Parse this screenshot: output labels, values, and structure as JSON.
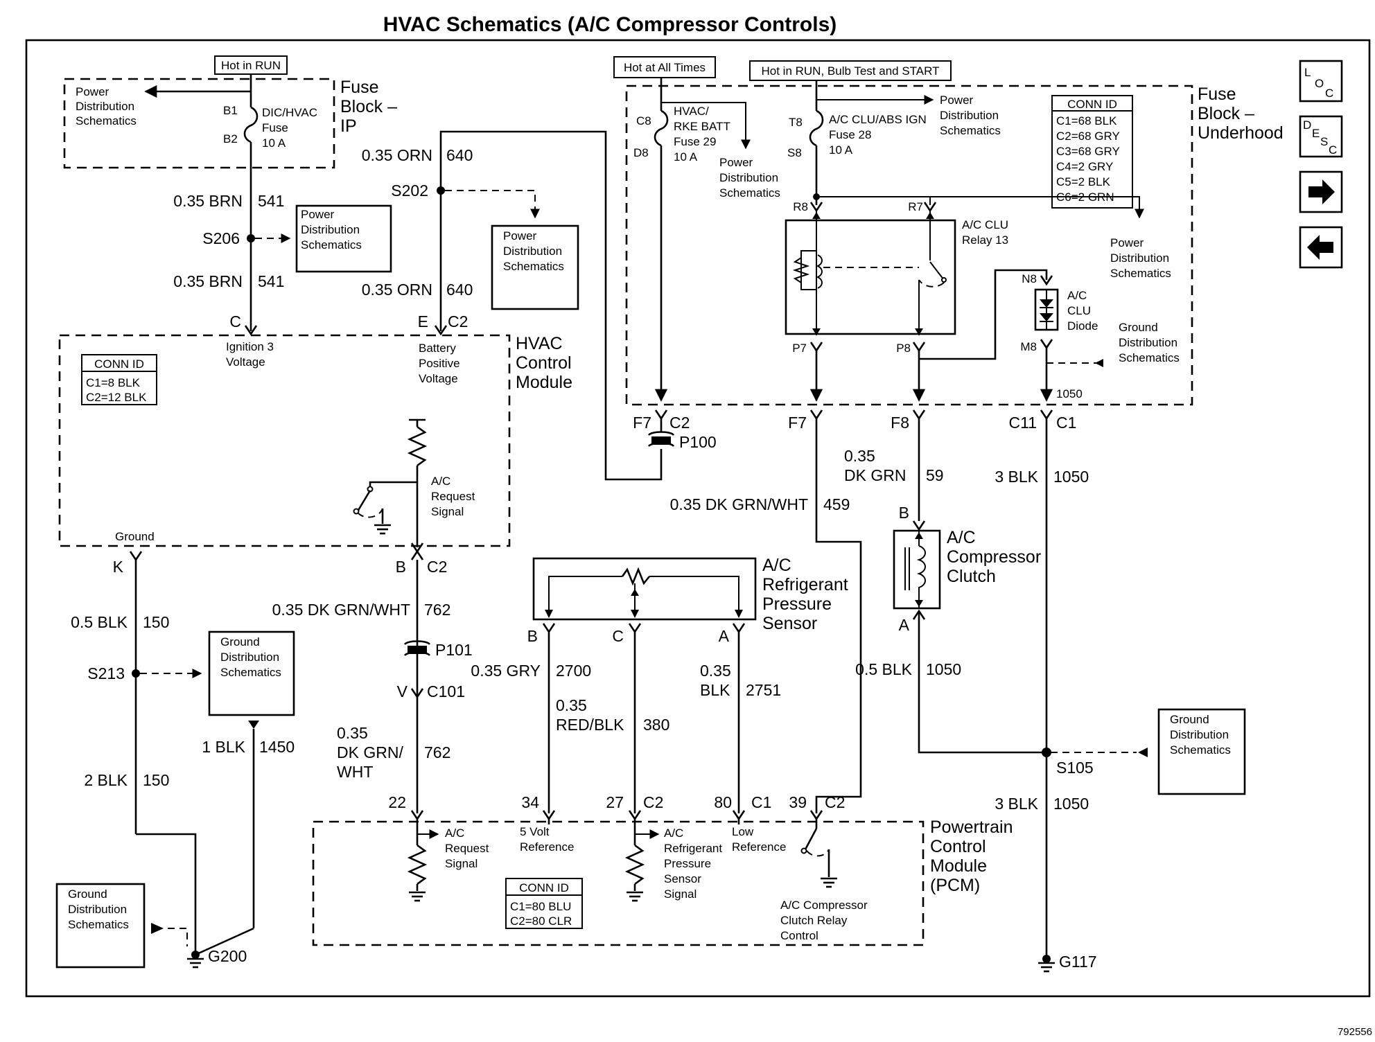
{
  "title": "HVAC Schematics (A/C Compressor Controls)",
  "figure_id": "792556",
  "nav": {
    "loc": "LOC",
    "desc": "DESC"
  },
  "hot_labels": {
    "run": "Hot in RUN",
    "all_times": "Hot at All Times",
    "run_bulb_start": "Hot in RUN, Bulb Test and START"
  },
  "fuse_block_ip": {
    "title": [
      "Fuse",
      "Block –",
      "IP"
    ],
    "pin_top": "B1",
    "pin_bottom": "B2",
    "fuse": [
      "DIC/HVAC",
      "Fuse",
      "10 A"
    ],
    "power_ref": [
      "Power",
      "Distribution",
      "Schematics"
    ]
  },
  "fuse_block_uh": {
    "title": [
      "Fuse",
      "Block –",
      "Underhood"
    ],
    "conn_id": {
      "header": "CONN ID",
      "lines": [
        "C1=68 BLK",
        "C2=68 GRY",
        "C3=68 GRY",
        "C4=2 GRY",
        "C5=2 BLK",
        "C6=2 GRN"
      ]
    },
    "fuse29": {
      "pin_top": "C8",
      "pin_bottom": "D8",
      "lines": [
        "HVAC/",
        "RKE BATT",
        "Fuse 29",
        "10 A"
      ]
    },
    "fuse28": {
      "pin_top": "T8",
      "pin_bottom": "S8",
      "lines": [
        "A/C CLU/ABS IGN",
        "Fuse 28",
        "10 A"
      ]
    },
    "power_ref_a": [
      "Power",
      "Distribution",
      "Schematics"
    ],
    "power_ref_b": [
      "Power",
      "Distribution",
      "Schematics"
    ],
    "power_ref_c": [
      "Power",
      "Distribution",
      "Schematics"
    ],
    "relay": {
      "pin_r8": "R8",
      "pin_r7": "R7",
      "pin_p7": "P7",
      "pin_p8": "P8",
      "lines": [
        "A/C CLU",
        "Relay 13"
      ]
    },
    "diode": {
      "pin_top": "N8",
      "pin_bottom": "M8",
      "lines": [
        "A/C",
        "CLU",
        "Diode"
      ]
    },
    "ground_ref": [
      "Ground",
      "Distribution",
      "Schematics"
    ],
    "circuit_1050": "1050"
  },
  "left_chain": {
    "w1": {
      "gauge": "0.35 BRN",
      "circuit": "541"
    },
    "splice": "S206",
    "power_ref": [
      "Power",
      "Distribution",
      "Schematics"
    ],
    "w2": {
      "gauge": "0.35 BRN",
      "circuit": "541"
    },
    "pin": "C"
  },
  "orn_chain": {
    "w1": {
      "gauge": "0.35 ORN",
      "circuit": "640"
    },
    "splice": "S202",
    "power_ref": [
      "Power",
      "Distribution",
      "Schematics"
    ],
    "w2": {
      "gauge": "0.35 ORN",
      "circuit": "640"
    },
    "pin": "E",
    "conn": "C2"
  },
  "hvac_module": {
    "title": [
      "HVAC",
      "Control",
      "Module"
    ],
    "conn_id": {
      "header": "CONN ID",
      "lines": [
        "C1=8 BLK",
        "C2=12 BLK"
      ]
    },
    "ign_label": [
      "Ignition 3",
      "Voltage"
    ],
    "bat_label": [
      "Battery",
      "Positive",
      "Voltage"
    ],
    "signal_label": [
      "A/C",
      "Request",
      "Signal"
    ],
    "ground_label": "Ground",
    "pin_k": "K",
    "pin_b": "B",
    "conn_b": "C2"
  },
  "p100": {
    "pin_f7": "F7",
    "conn": "C2",
    "name": "P100"
  },
  "ground_chain": {
    "w1": {
      "gauge": "0.5 BLK",
      "circuit": "150"
    },
    "splice": "S213",
    "ground_ref": [
      "Ground",
      "Distribution",
      "Schematics"
    ],
    "w2": {
      "gauge": "1 BLK",
      "circuit": "1450"
    },
    "w3": {
      "gauge": "2 BLK",
      "circuit": "150"
    },
    "ground_ref2": [
      "Ground",
      "Distribution",
      "Schematics"
    ],
    "ground": "G200"
  },
  "request_chain": {
    "w1": {
      "gauge": "0.35 DK GRN/WHT",
      "circuit": "762"
    },
    "p101": "P101",
    "pin_v": "V",
    "conn": "C101",
    "w2": {
      "gauge": [
        "0.35",
        "DK GRN/",
        "WHT"
      ],
      "circuit": "762"
    }
  },
  "sensor": {
    "title": [
      "A/C",
      "Refrigerant",
      "Pressure",
      "Sensor"
    ],
    "pin_b": "B",
    "pin_c": "C",
    "pin_a": "A",
    "wb": {
      "gauge": "0.35 GRY",
      "circuit": "2700"
    },
    "wc": {
      "gauge": [
        "0.35",
        "RED/BLK"
      ],
      "circuit": "380"
    },
    "wa": {
      "gauge": [
        "0.35",
        "BLK"
      ],
      "circuit": "2751"
    }
  },
  "middle": {
    "pin_f7": "F7",
    "pin_f8": "F8",
    "pin_c11": "C11",
    "conn_c1": "C1",
    "w459": {
      "gauge": "0.35 DK GRN/WHT",
      "circuit": "459"
    },
    "w59": {
      "gauge": [
        "0.35",
        "DK GRN"
      ],
      "circuit": "59"
    },
    "w1050a": {
      "gauge": "3 BLK",
      "circuit": "1050"
    }
  },
  "clutch": {
    "title": [
      "A/C",
      "Compressor",
      "Clutch"
    ],
    "pin_b": "B",
    "pin_a": "A",
    "w": {
      "gauge": "0.5 BLK",
      "circuit": "1050"
    }
  },
  "s105": {
    "name": "S105",
    "ground_ref": [
      "Ground",
      "Distribution",
      "Schematics"
    ],
    "w": {
      "gauge": "3 BLK",
      "circuit": "1050"
    },
    "ground": "G117"
  },
  "pcm": {
    "title": [
      "Powertrain",
      "Control",
      "Module",
      "(PCM)"
    ],
    "conn_id": {
      "header": "CONN ID",
      "lines": [
        "C1=80 BLU",
        "C2=80 CLR"
      ]
    },
    "pins": {
      "p22": "22",
      "p34": "34",
      "p27": "27",
      "c2a": "C2",
      "p80": "80",
      "c1": "C1",
      "p39": "39",
      "c2b": "C2"
    },
    "req_label": [
      "A/C",
      "Request",
      "Signal"
    ],
    "ref5v": [
      "5 Volt",
      "Reference"
    ],
    "sensor_sig": [
      "A/C",
      "Refrigerant",
      "Pressure",
      "Sensor",
      "Signal"
    ],
    "low_ref": [
      "Low",
      "Reference"
    ],
    "relay_ctrl": [
      "A/C Compressor",
      "Clutch Relay",
      "Control"
    ]
  }
}
